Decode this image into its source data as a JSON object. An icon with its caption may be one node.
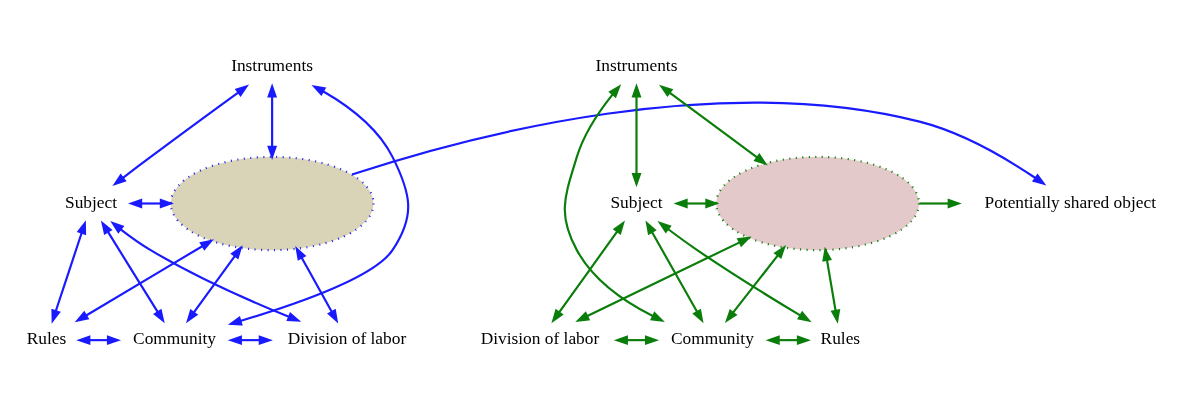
{
  "diagram": {
    "nodes": [
      {
        "text": [
          "Instruments"
        ]
      },
      {
        "text": [
          "Subject"
        ]
      },
      {
        "text": [],
        "shape": "ellipse"
      },
      {
        "text": [
          "Rules"
        ]
      },
      {
        "text": [
          "Community"
        ]
      },
      {
        "text": [
          "Division of labor"
        ]
      },
      {
        "text": [
          "Potentially shared object"
        ]
      },
      {
        "text": [
          "Instruments"
        ]
      },
      {
        "text": [],
        "shape": "ellipse"
      },
      {
        "text": [
          "Subject"
        ]
      },
      {
        "text": [
          "Division of labor"
        ]
      },
      {
        "text": [
          "Community"
        ]
      },
      {
        "text": [
          "Rules"
        ]
      }
    ],
    "edges": [
      {
        "from": 0,
        "to": 1,
        "arrow": "both",
        "color": "#1a1aff"
      },
      {
        "from": 0,
        "to": 2,
        "arrow": "both",
        "color": "#1a1aff"
      },
      {
        "from": 0,
        "to": 4,
        "arrow": "both",
        "color": "#1a1aff"
      },
      {
        "from": 1,
        "to": 2,
        "arrow": "both",
        "color": "#1a1aff"
      },
      {
        "from": 1,
        "to": 3,
        "arrow": "both",
        "color": "#1a1aff"
      },
      {
        "from": 1,
        "to": 4,
        "arrow": "both",
        "color": "#1a1aff"
      },
      {
        "from": 1,
        "to": 5,
        "arrow": "both",
        "color": "#1a1aff"
      },
      {
        "from": 2,
        "to": 3,
        "arrow": "both",
        "color": "#1a1aff"
      },
      {
        "from": 2,
        "to": 4,
        "arrow": "both",
        "color": "#1a1aff"
      },
      {
        "from": 2,
        "to": 5,
        "arrow": "both",
        "color": "#1a1aff"
      },
      {
        "from": 3,
        "to": 4,
        "arrow": "both",
        "color": "#1a1aff"
      },
      {
        "from": 4,
        "to": 5,
        "arrow": "both",
        "color": "#1a1aff"
      },
      {
        "from": 2,
        "to": 6,
        "arrow": "to",
        "color": "#1a1aff"
      },
      {
        "from": 7,
        "to": 9,
        "arrow": "both",
        "color": "#0a7d0a"
      },
      {
        "from": 7,
        "to": 8,
        "arrow": "both",
        "color": "#0a7d0a"
      },
      {
        "from": 7,
        "to": 11,
        "arrow": "both",
        "color": "#0a7d0a"
      },
      {
        "from": 9,
        "to": 8,
        "arrow": "both",
        "color": "#0a7d0a"
      },
      {
        "from": 9,
        "to": 12,
        "arrow": "both",
        "color": "#0a7d0a"
      },
      {
        "from": 9,
        "to": 11,
        "arrow": "both",
        "color": "#0a7d0a"
      },
      {
        "from": 9,
        "to": 10,
        "arrow": "both",
        "color": "#0a7d0a"
      },
      {
        "from": 8,
        "to": 12,
        "arrow": "both",
        "color": "#0a7d0a"
      },
      {
        "from": 8,
        "to": 11,
        "arrow": "both",
        "color": "#0a7d0a"
      },
      {
        "from": 8,
        "to": 10,
        "arrow": "both",
        "color": "#0a7d0a"
      },
      {
        "from": 10,
        "to": 11,
        "arrow": "both",
        "color": "#0a7d0a"
      },
      {
        "from": 11,
        "to": 12,
        "arrow": "both",
        "color": "#0a7d0a"
      },
      {
        "from": 8,
        "to": 6,
        "arrow": "to",
        "color": "#0a7d0a"
      }
    ]
  }
}
